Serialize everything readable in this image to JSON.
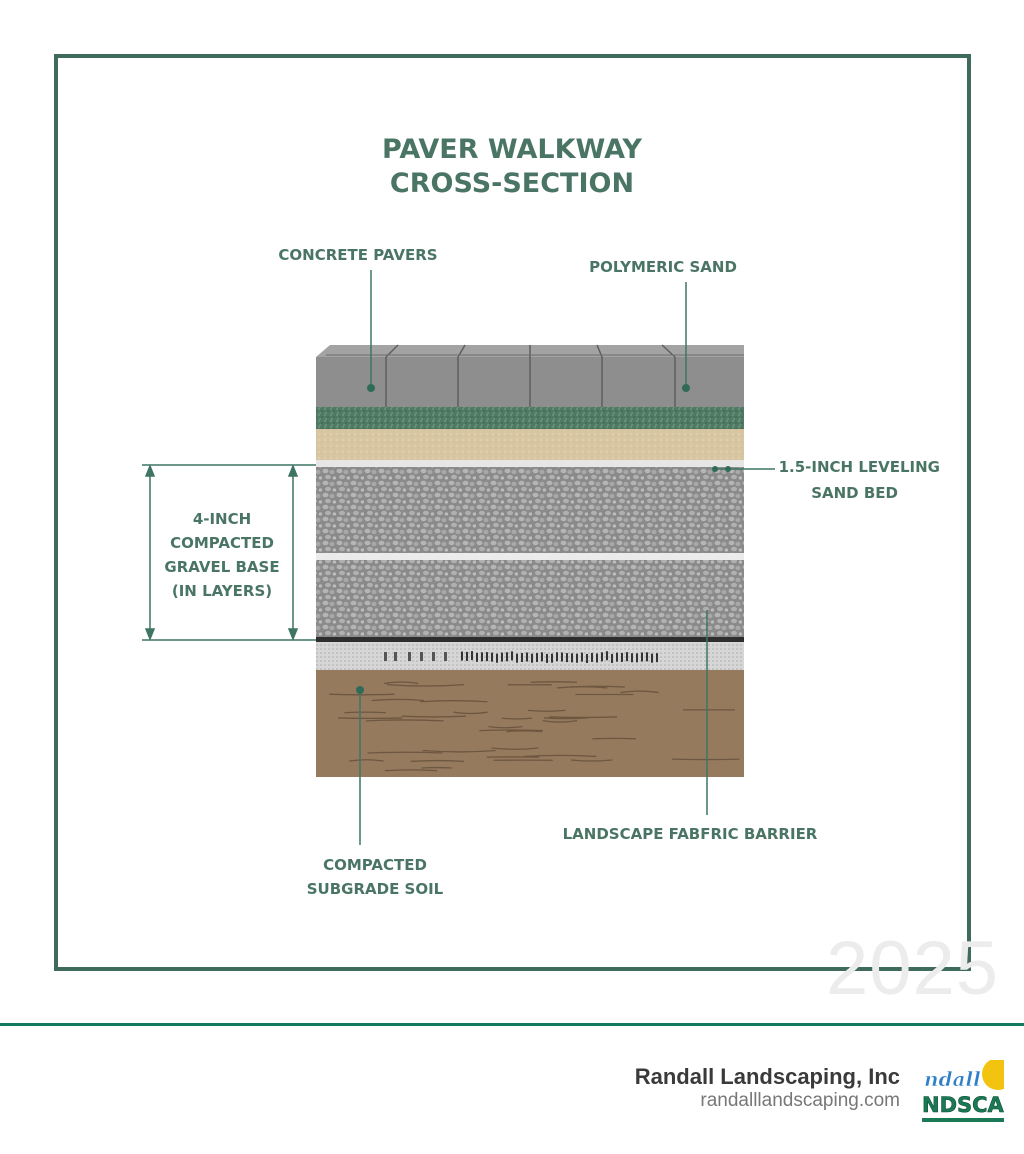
{
  "title": {
    "line1": "PAVER WALKWAY",
    "line2": "CROSS-SECTION"
  },
  "labels": {
    "concrete_pavers": "CONCRETE PAVERS",
    "polymeric_sand": "POLYMERIC SAND",
    "leveling_sand": {
      "line1": "1.5-INCH LEVELING",
      "line2": "SAND BED"
    },
    "gravel_base": {
      "line1": "4-INCH",
      "line2": "COMPACTED",
      "line3": "GRAVEL BASE",
      "line4": "(IN LAYERS)"
    },
    "fabric": "LANDSCAPE FABFRIC BARRIER",
    "subgrade": {
      "line1": "COMPACTED",
      "line2": "SUBGRADE SOIL"
    }
  },
  "watermark": "2025",
  "footer": {
    "company": "Randall Landscaping, Inc",
    "url": "randalllandscaping.com",
    "logo_text": {
      "top": "ndall",
      "bottom": "NDSCAP"
    }
  },
  "colors": {
    "accent": "#4a7565",
    "frame": "#3f6b5a",
    "footer_line": "#137a60",
    "paver": "#8e8e8e",
    "polymeric_sand": "#4f7a63",
    "leveling_sand": "#d8c6a2",
    "gravel": "#9a9a9a",
    "soil": "#957a5e"
  }
}
